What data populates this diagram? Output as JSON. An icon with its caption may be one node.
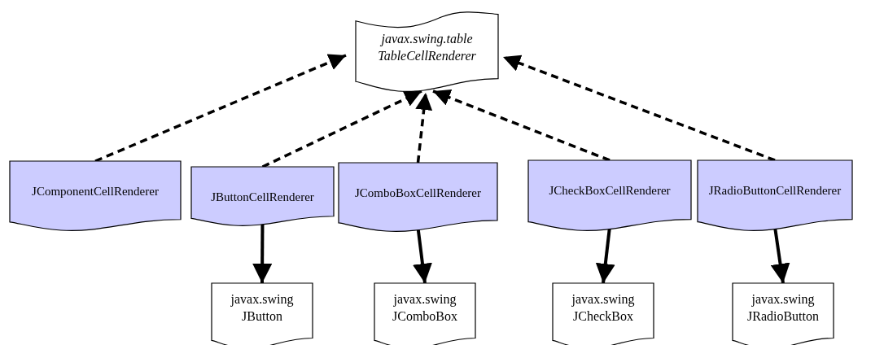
{
  "diagram": {
    "nodes": [
      {
        "text": [
          "javax.swing.table TableCellRenderer"
        ]
      },
      {
        "text": [
          "JComponentCellRenderer"
        ]
      },
      {
        "text": [
          "JButtonCellRenderer"
        ]
      },
      {
        "text": [
          "JComboBoxCellRenderer"
        ]
      },
      {
        "text": [
          "JCheckBoxCellRenderer"
        ]
      },
      {
        "text": [
          "JRadioButtonCellRenderer"
        ]
      },
      {
        "text": [
          "javax.swing JButton"
        ]
      },
      {
        "text": [
          "javax.swing JComboBox"
        ]
      },
      {
        "text": [
          "javax.swing JCheckBox"
        ]
      },
      {
        "text": [
          "javax.swing JRadioButton"
        ]
      }
    ],
    "edges": [
      {
        "from": 1,
        "to": 0,
        "arrow": "to",
        "style": "dashed"
      },
      {
        "from": 2,
        "to": 0,
        "arrow": "to",
        "style": "dashed"
      },
      {
        "from": 3,
        "to": 0,
        "arrow": "to",
        "style": "dashed"
      },
      {
        "from": 4,
        "to": 0,
        "arrow": "to",
        "style": "dashed"
      },
      {
        "from": 5,
        "to": 0,
        "arrow": "to",
        "style": "dashed"
      },
      {
        "from": 2,
        "to": 6,
        "arrow": "to"
      },
      {
        "from": 3,
        "to": 7,
        "arrow": "to"
      },
      {
        "from": 4,
        "to": 8,
        "arrow": "to"
      },
      {
        "from": 5,
        "to": 9,
        "arrow": "to"
      }
    ]
  }
}
